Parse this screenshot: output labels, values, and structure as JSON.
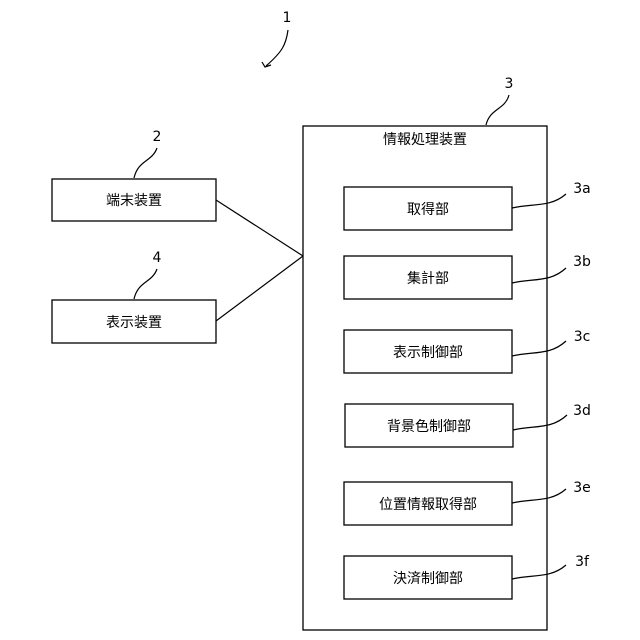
{
  "figure_ref": "1",
  "terminal": {
    "ref": "2",
    "label": "端末装置"
  },
  "display_device": {
    "ref": "4",
    "label": "表示装置"
  },
  "processor": {
    "ref": "3",
    "title": "情報処理装置",
    "units": [
      {
        "ref": "3a",
        "label": "取得部"
      },
      {
        "ref": "3b",
        "label": "集計部"
      },
      {
        "ref": "3c",
        "label": "表示制御部"
      },
      {
        "ref": "3d",
        "label": "背景色制御部"
      },
      {
        "ref": "3e",
        "label": "位置情報取得部"
      },
      {
        "ref": "3f",
        "label": "決済制御部"
      }
    ]
  }
}
